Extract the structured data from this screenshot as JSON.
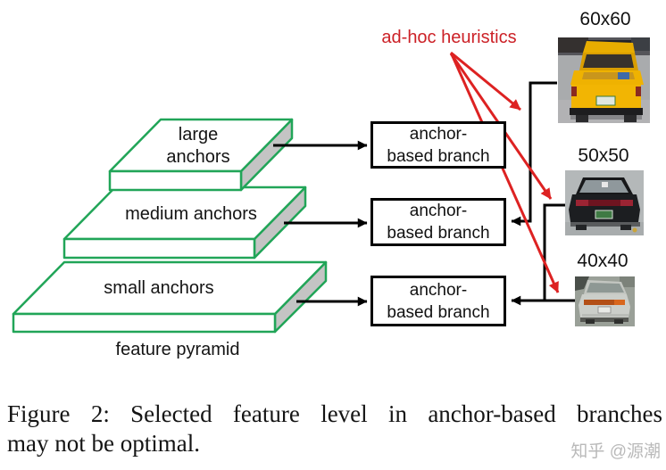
{
  "figure": {
    "heuristics_label": "ad-hoc heuristics",
    "pyramid": {
      "caption": "feature pyramid",
      "levels": [
        {
          "label_line1": "large",
          "label_line2": "anchors"
        },
        {
          "label": "medium anchors"
        },
        {
          "label": "small anchors"
        }
      ]
    },
    "branch_boxes": [
      {
        "line1": "anchor-",
        "line2": "based branch"
      },
      {
        "line1": "anchor-",
        "line2": "based branch"
      },
      {
        "line1": "anchor-",
        "line2": "based branch"
      }
    ],
    "examples": [
      {
        "size_label": "60x60",
        "image": "yellow-pickup-truck-rear-photo"
      },
      {
        "size_label": "50x50",
        "image": "black-sedan-rear-photo"
      },
      {
        "size_label": "40x40",
        "image": "silver-sedan-rear-photo"
      }
    ],
    "colors": {
      "pyramid_green": "#21a558",
      "slab_side_gray": "#c4c4c4",
      "heuristics_red_text": "#cc2127",
      "arrow_red": "#dd2222",
      "arrow_black": "#000000"
    }
  },
  "caption": {
    "line1": "Figure 2: Selected feature level in anchor-based branches",
    "line2": "may not be optimal."
  },
  "watermark": "知乎 @源潮"
}
